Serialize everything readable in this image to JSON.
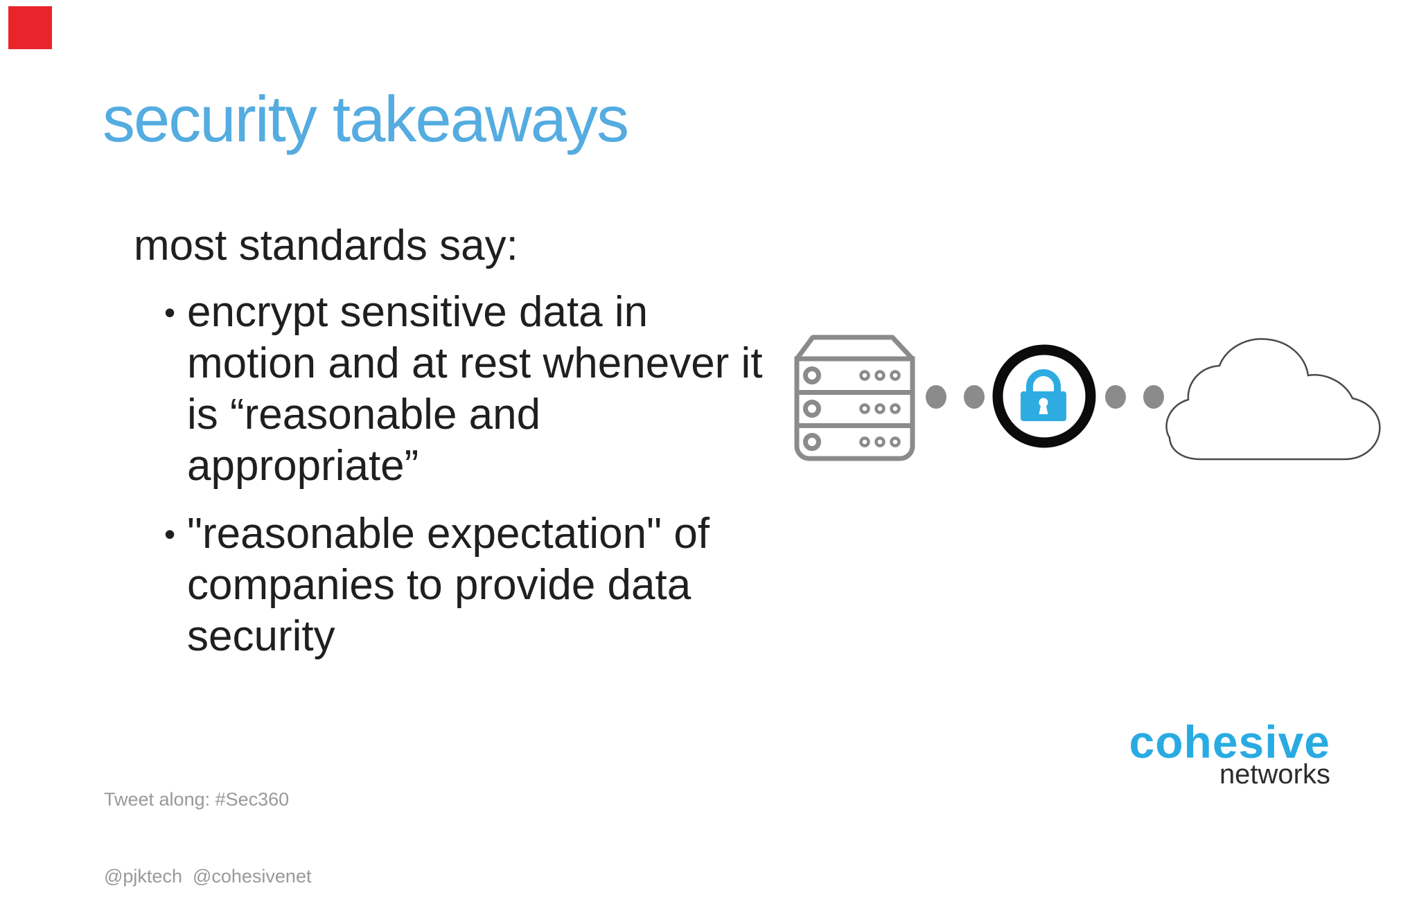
{
  "slide": {
    "title": "security takeaways",
    "intro": "most standards say:",
    "bullets": [
      {
        "marker": "•",
        "text": "encrypt sensitive data in\nmotion and at rest whenever it\nis “reasonable and\nappropriate”"
      },
      {
        "marker": "•",
        "text": "\"reasonable expectation\" of\ncompanies to provide data\nsecurity"
      }
    ],
    "footer": {
      "line1": "Tweet along: #Sec360",
      "line2": "@pjktech  @cohesivenet"
    },
    "logo": {
      "primary": "cohesive",
      "secondary": "networks"
    },
    "illustration": {
      "icons": [
        "server-rack-icon",
        "dots",
        "padlock-circle-icon",
        "dots",
        "cloud-icon"
      ],
      "dot_count": 4
    },
    "colors": {
      "title_blue": "#54ace0",
      "logo_blue": "#29abe2",
      "lock_blue": "#2eace2",
      "icon_gray": "#8b8b8b",
      "cloud_outline": "#4a4a4a",
      "ring_black": "#0b0b0b",
      "footer_gray": "#999999",
      "body_text": "#1f1f1f",
      "red_marker": "#e8252b",
      "background": "#ffffff"
    }
  }
}
